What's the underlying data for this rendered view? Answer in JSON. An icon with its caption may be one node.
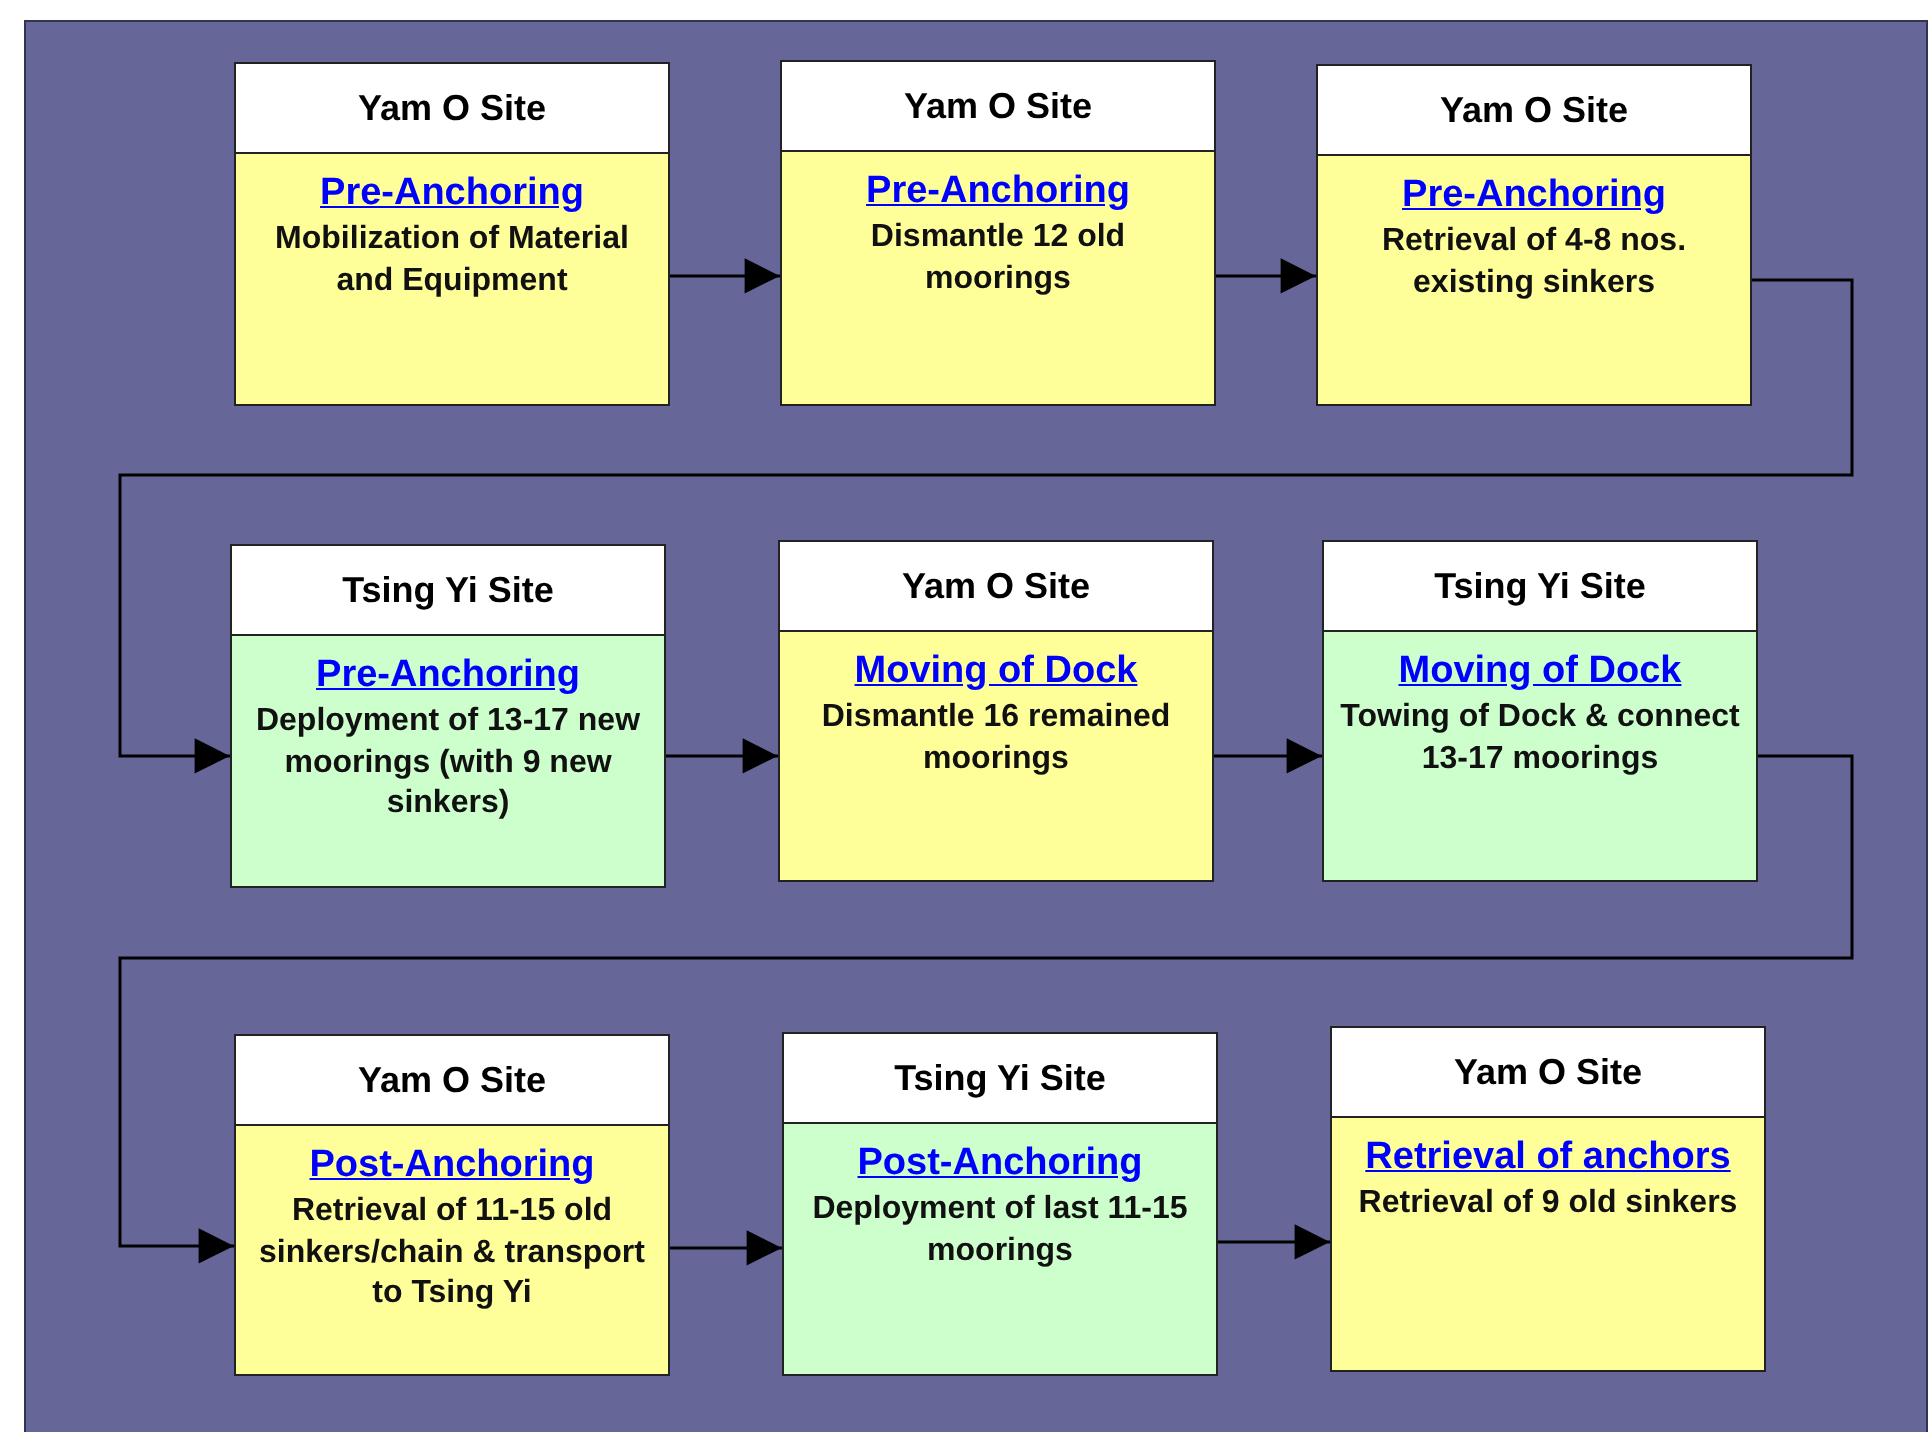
{
  "diagram": {
    "nodes": [
      {
        "text": [
          "Yam O Site",
          "Pre-Anchoring",
          "Mobilization of Material and Equipment"
        ]
      },
      {
        "text": [
          "Yam O Site",
          "Pre-Anchoring",
          "Dismantle 12 old moorings"
        ]
      },
      {
        "text": [
          "Yam O Site",
          "Pre-Anchoring",
          "Retrieval of 4-8 nos. existing sinkers"
        ]
      },
      {
        "text": [
          "Tsing Yi Site",
          "Pre-Anchoring",
          "Deployment of 13-17 new moorings (with 9 new sinkers)"
        ]
      },
      {
        "text": [
          "Yam O Site",
          "Moving of Dock",
          "Dismantle 16 remained moorings"
        ]
      },
      {
        "text": [
          "Tsing Yi Site",
          "Moving of Dock",
          "Towing of Dock & connect 13-17 moorings"
        ]
      },
      {
        "text": [
          "Yam O Site",
          "Post-Anchoring",
          "Retrieval of 11-15 old sinkers/chain & transport to Tsing Yi"
        ]
      },
      {
        "text": [
          "Tsing Yi Site",
          "Post-Anchoring",
          "Deployment of last 11-15 moorings"
        ]
      },
      {
        "text": [
          "Yam O Site",
          "Retrieval of anchors",
          "Retrieval of 9 old sinkers"
        ]
      }
    ],
    "edges": [
      {
        "from": 0,
        "to": 1,
        "arrow": "to"
      },
      {
        "from": 1,
        "to": 2,
        "arrow": "to"
      },
      {
        "from": 2,
        "to": 3,
        "arrow": "to"
      },
      {
        "from": 3,
        "to": 4,
        "arrow": "to"
      },
      {
        "from": 4,
        "to": 5,
        "arrow": "to"
      },
      {
        "from": 5,
        "to": 6,
        "arrow": "to"
      },
      {
        "from": 6,
        "to": 7,
        "arrow": "to"
      },
      {
        "from": 7,
        "to": 8,
        "arrow": "to"
      }
    ]
  }
}
